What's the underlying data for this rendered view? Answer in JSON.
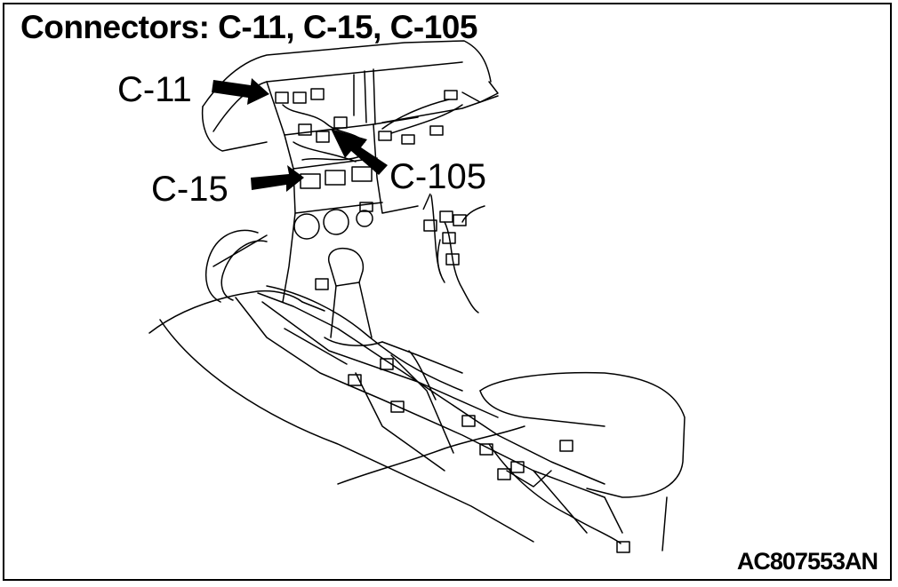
{
  "title": "Connectors: C-11, C-15, C-105",
  "figure_id": "AC807553AN",
  "callouts": {
    "c11": "C-11",
    "c15": "C-15",
    "c105": "C-105"
  },
  "colors": {
    "line": "#000000",
    "background": "#ffffff"
  }
}
